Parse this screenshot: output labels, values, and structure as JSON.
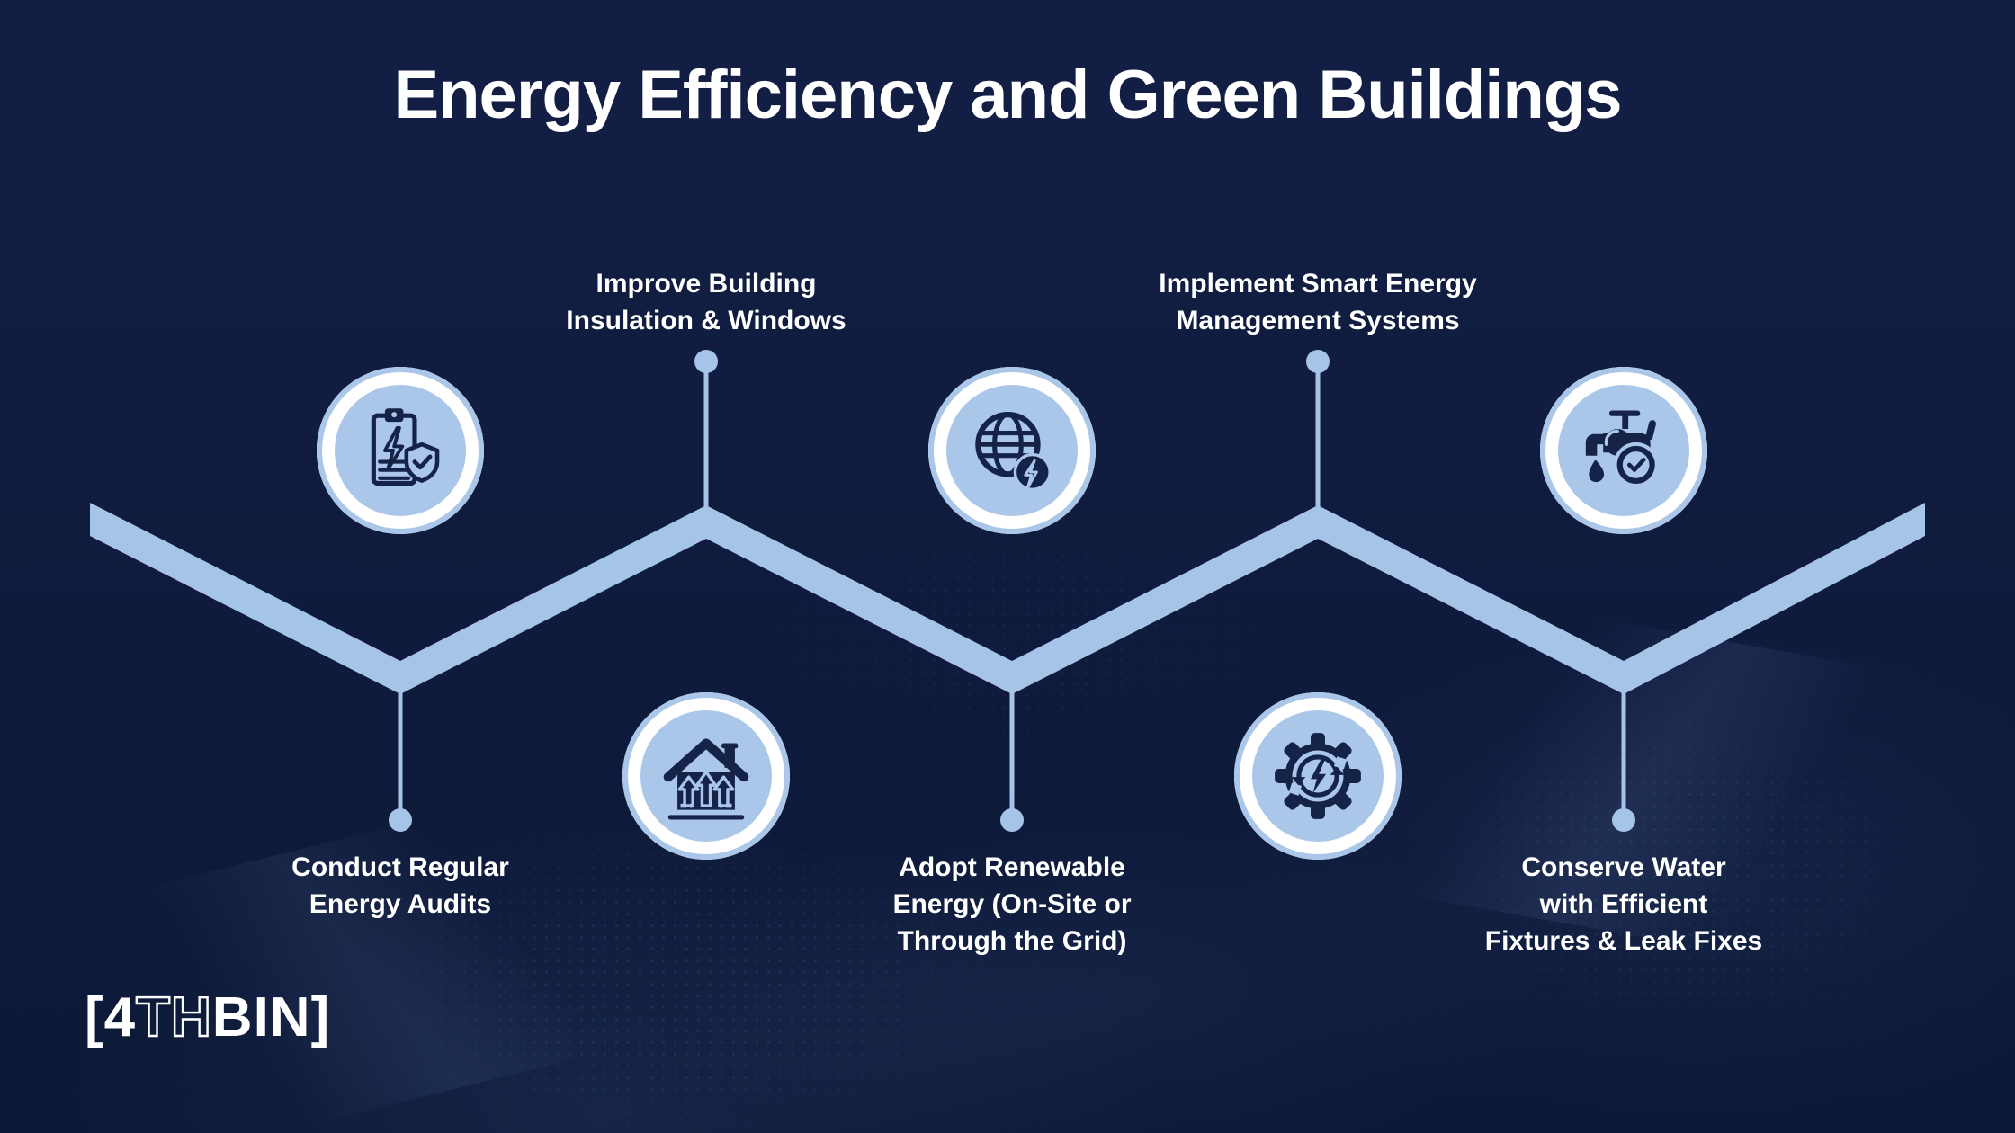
{
  "title": "Energy Efficiency and Green Buildings",
  "logo": {
    "prefix": "[4",
    "outline": "TH",
    "suffix": "BIN]"
  },
  "colors": {
    "background_navy": "#101c3f",
    "accent_light_blue": "#a6c3e8",
    "circle_fill": "#aac7e9",
    "ring_white": "#ffffff",
    "icon_navy": "#152349",
    "text_white": "#ffffff"
  },
  "steps": [
    {
      "icon": "energy-audit-clipboard-shield-icon",
      "icon_position": "above-line",
      "label_position": "below-line",
      "label_lines": [
        "Conduct Regular",
        "Energy Audits"
      ]
    },
    {
      "icon": "building-insulation-house-arrows-icon",
      "icon_position": "below-line",
      "label_position": "above-line",
      "label_lines": [
        "Improve Building",
        "Insulation & Windows"
      ]
    },
    {
      "icon": "renewable-energy-globe-bolt-icon",
      "icon_position": "above-line",
      "label_position": "below-line",
      "label_lines": [
        "Adopt Renewable",
        "Energy (On-Site or",
        "Through the Grid)"
      ]
    },
    {
      "icon": "smart-energy-gear-bolt-icon",
      "icon_position": "below-line",
      "label_position": "above-line",
      "label_lines": [
        "Implement Smart Energy",
        "Management Systems"
      ]
    },
    {
      "icon": "water-conservation-faucet-check-icon",
      "icon_position": "above-line",
      "label_position": "below-line",
      "label_lines": [
        "Conserve Water",
        "with Efficient",
        "Fixtures & Leak Fixes"
      ]
    }
  ]
}
